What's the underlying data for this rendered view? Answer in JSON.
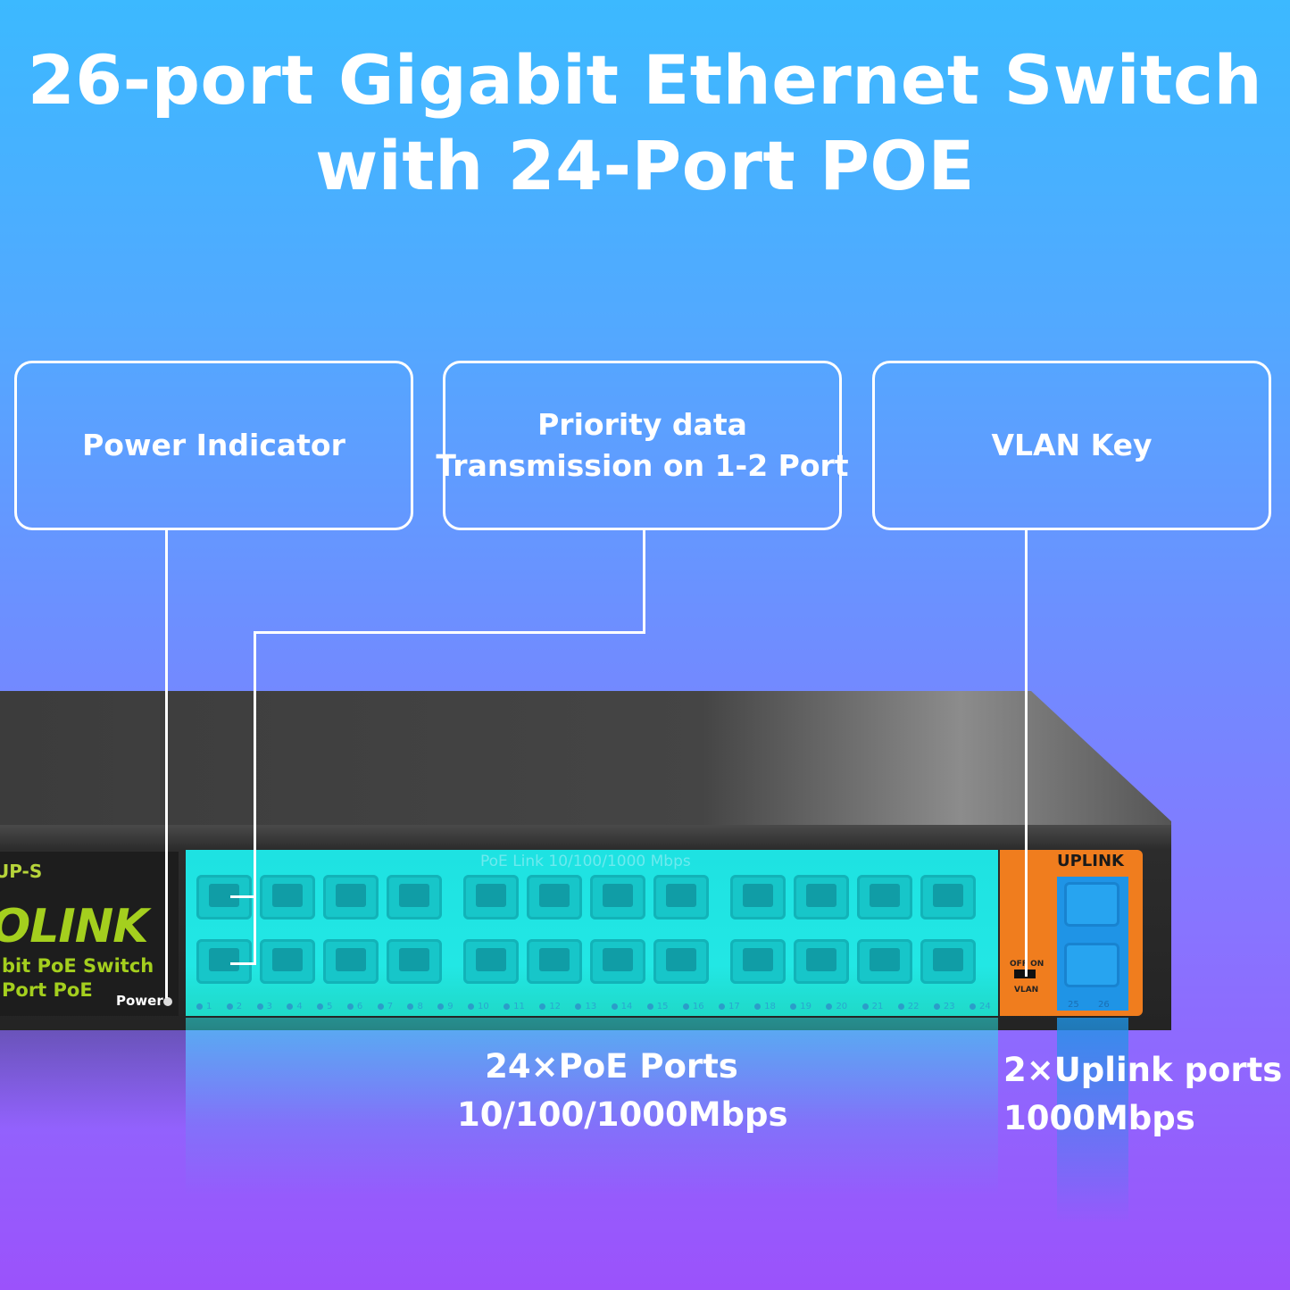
{
  "headline": {
    "line1": "26-port Gigabit Ethernet Switch",
    "line2": "with 24-Port POE"
  },
  "callouts": {
    "power": "Power Indicator",
    "priority_line1": "Priority data",
    "priority_line2": "Transmission on 1-2 Port",
    "vlan": "VLAN Key"
  },
  "device": {
    "model_suffix": "UP-S",
    "brand": "OLINK",
    "subtitle_line1": "bit PoE Switch",
    "subtitle_line2": "Port PoE",
    "power_label": "Power",
    "panel_title": "PoE Link 10/100/1000 Mbps",
    "uplink_label": "UPLINK",
    "switch_label_top": "OFF ON",
    "switch_label_bottom": "VLAN",
    "poe_port_numbers": [
      "1",
      "2",
      "3",
      "4",
      "5",
      "6",
      "7",
      "8",
      "9",
      "10",
      "11",
      "12",
      "13",
      "14",
      "15",
      "16",
      "17",
      "18",
      "19",
      "20",
      "21",
      "22",
      "23",
      "24"
    ],
    "uplink_port_numbers": [
      "25",
      "26"
    ]
  },
  "bottom": {
    "poe_line1": "24×PoE Ports",
    "poe_line2": "10/100/1000Mbps",
    "uplink_line1": "2×Uplink ports",
    "uplink_line2": "1000Mbps"
  },
  "colors": {
    "background_top": "#3cb9ff",
    "background_bottom": "#9b52fb",
    "poe_panel": "#22e7e4",
    "uplink_panel": "#f07d1e",
    "uplink_ports": "#1f94e6",
    "brand": "#a4cf1e"
  }
}
